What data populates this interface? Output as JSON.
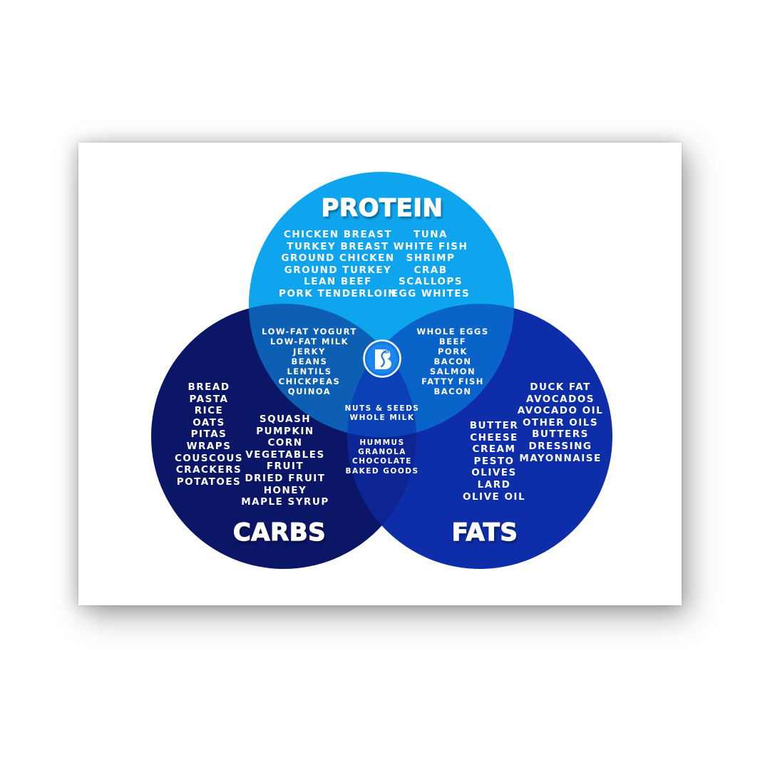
{
  "colors": {
    "protein": "#0ea5ee",
    "carbs": "#0b1666",
    "fats": "#0d2ea8",
    "protein_carbs": "#0c5fb3",
    "protein_fats": "#0a63c9",
    "carbs_fats": "#0c2593",
    "center": "#0b41b6",
    "text": "#ffffff",
    "card": "#ffffff"
  },
  "venn": {
    "protein": {
      "title": "PROTEIN",
      "items_left": [
        "CHICKEN BREAST",
        "TURKEY BREAST",
        "GROUND CHICKEN",
        "GROUND TURKEY",
        "LEAN BEEF",
        "PORK TENDERLOIN"
      ],
      "items_right": [
        "TUNA",
        "WHITE FISH",
        "SHRIMP",
        "CRAB",
        "SCALLOPS",
        "EGG WHITES"
      ]
    },
    "carbs": {
      "title": "CARBS",
      "items_left": [
        "BREAD",
        "PASTA",
        "RICE",
        "OATS",
        "PITAS",
        "WRAPS",
        "COUSCOUS",
        "CRACKERS",
        "POTATOES"
      ],
      "items_right": [
        "SQUASH",
        "PUMPKIN",
        "CORN",
        "VEGETABLES",
        "FRUIT",
        "DRIED FRUIT",
        "HONEY",
        "MAPLE SYRUP"
      ]
    },
    "fats": {
      "title": "FATS",
      "items_left": [
        "BUTTER",
        "CHEESE",
        "CREAM",
        "PESTO",
        "OLIVES",
        "LARD",
        "OLIVE OIL"
      ],
      "items_right": [
        "DUCK FAT",
        "AVOCADOS",
        "AVOCADO OIL",
        "OTHER OILS",
        "BUTTERS",
        "DRESSING",
        "MAYONNAISE"
      ]
    },
    "protein_carbs": {
      "items": [
        "LOW-FAT YOGURT",
        "LOW-FAT MILK",
        "JERKY",
        "BEANS",
        "LENTILS",
        "CHICKPEAS",
        "QUINOA"
      ]
    },
    "protein_fats": {
      "items": [
        "WHOLE EGGS",
        "BEEF",
        "PORK",
        "BACON",
        "SALMON",
        "FATTY FISH",
        "BACON"
      ]
    },
    "all_three": {
      "items": [
        "NUTS & SEEDS",
        "WHOLE MILK"
      ]
    },
    "carbs_fats": {
      "items": [
        "HUMMUS",
        "GRANOLA",
        "CHOCOLATE",
        "BAKED GOODS"
      ]
    },
    "center_logo": {
      "icon": "brand-b-fork-logo-icon",
      "letter": "B"
    }
  }
}
